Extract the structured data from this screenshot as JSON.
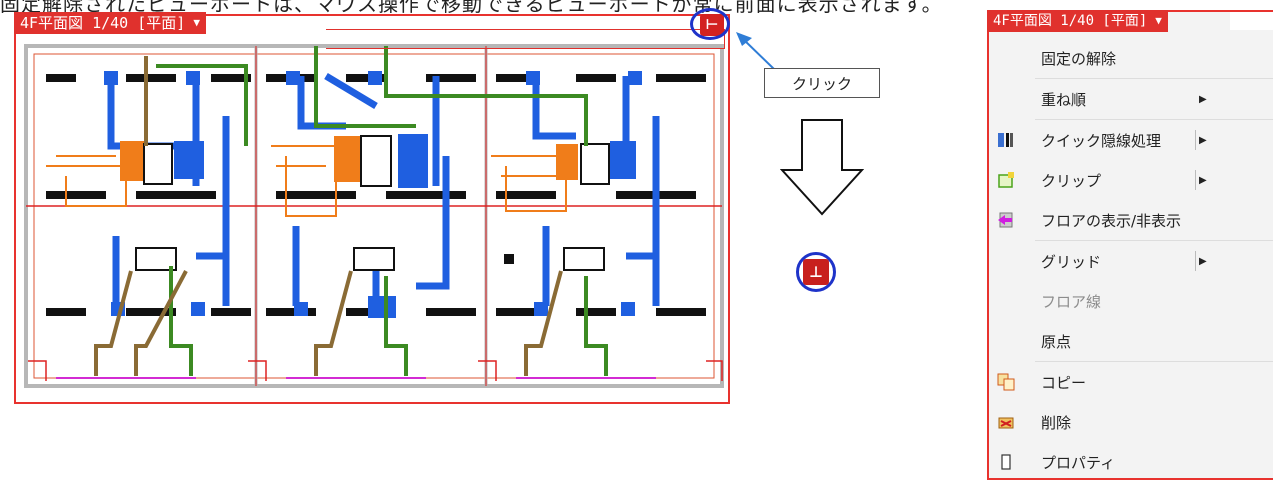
{
  "caption": "固定解除されたビューポートは、マウス操作で移動できるビューポートが常に前面に表示されます。",
  "viewport": {
    "title": "4F平面図 1/40 [平面]",
    "dropdown_icon": "triangle-down"
  },
  "callout": {
    "label": "クリック"
  },
  "menu": {
    "title": "4F平面図 1/40 [平面]",
    "items": [
      {
        "label": "固定の解除",
        "icon": "",
        "submenu": false,
        "disabled": false
      },
      {
        "label": "重ね順",
        "icon": "",
        "submenu": true,
        "disabled": false
      },
      {
        "label": "クイック隠線処理",
        "icon": "quick-hidden-line-icon",
        "submenu": true,
        "disabled": false
      },
      {
        "label": "クリップ",
        "icon": "clip-icon",
        "submenu": true,
        "disabled": false
      },
      {
        "label": "フロアの表示/非表示",
        "icon": "floor-visibility-icon",
        "submenu": false,
        "disabled": false
      },
      {
        "label": "グリッド",
        "icon": "",
        "submenu": true,
        "disabled": false
      },
      {
        "label": "フロア線",
        "icon": "",
        "submenu": false,
        "disabled": true
      },
      {
        "label": "原点",
        "icon": "",
        "submenu": false,
        "disabled": false
      },
      {
        "label": "コピー",
        "icon": "copy-icon",
        "submenu": false,
        "disabled": false
      },
      {
        "label": "削除",
        "icon": "delete-icon",
        "submenu": false,
        "disabled": false
      },
      {
        "label": "プロパティ",
        "icon": "properties-icon",
        "submenu": false,
        "disabled": false
      }
    ]
  },
  "colors": {
    "accent_red": "#e0312d",
    "highlight_blue": "#1e33c9",
    "duct_blue": "#1f5fe0",
    "duct_orange": "#f07d1a",
    "pipe_green": "#3c8a22",
    "pipe_brown": "#8a6b35"
  }
}
